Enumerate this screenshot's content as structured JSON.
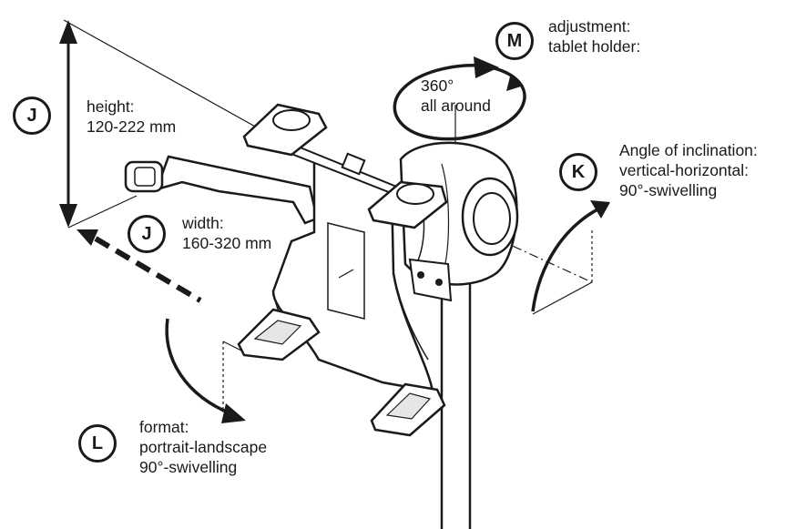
{
  "callouts": {
    "height": {
      "letter": "J",
      "line1": "height:",
      "line2": "120-222 mm"
    },
    "width": {
      "letter": "J",
      "line1": "width:",
      "line2": "160-320 mm"
    },
    "adjustment": {
      "letter": "M",
      "line1": "adjustment:",
      "line2": "tablet holder:"
    },
    "rotation": {
      "line1": "360°",
      "line2": "all around"
    },
    "inclination": {
      "letter": "K",
      "line1": "Angle of inclination:",
      "line2": "vertical-horizontal:",
      "line3": "90°-swivelling"
    },
    "format": {
      "letter": "L",
      "line1": "format:",
      "line2": "portrait-landscape",
      "line3": "90°-swivelling"
    }
  },
  "colors": {
    "ink": "#1a1a1a",
    "fill": "#ffffff",
    "shade": "#e6e6e6"
  }
}
